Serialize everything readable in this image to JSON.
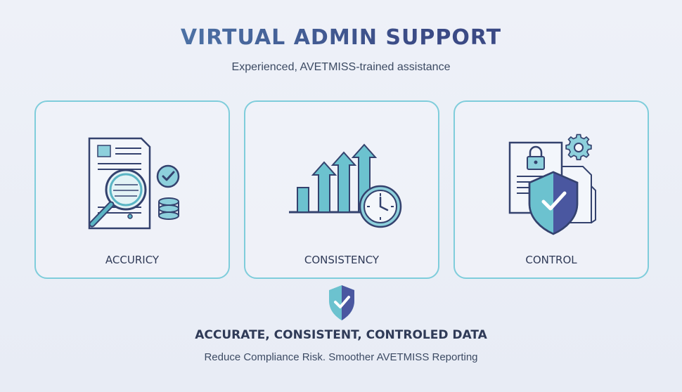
{
  "header": {
    "title": "VIRTUAL ADMIN SUPPORT",
    "subtitle": "Experienced, AVETMISS-trained assistance"
  },
  "cards": [
    {
      "label": "ACCURICY",
      "icon": "document-magnifier-icon"
    },
    {
      "label": "CONSISTENCY",
      "icon": "growth-chart-clock-icon"
    },
    {
      "label": "CONTROL",
      "icon": "locked-document-shield-icon"
    }
  ],
  "summary": {
    "icon": "shield-check-icon",
    "tagline": "ACCURATE, CONSISTENT, CONTROLED DATA",
    "description": "Reduce Compliance Risk. Smoother AVETMISS Reporting"
  },
  "colors": {
    "teal": "#5bb5c4",
    "navy": "#34426e",
    "indigo": "#4a57a0",
    "border": "#7fcddb"
  }
}
